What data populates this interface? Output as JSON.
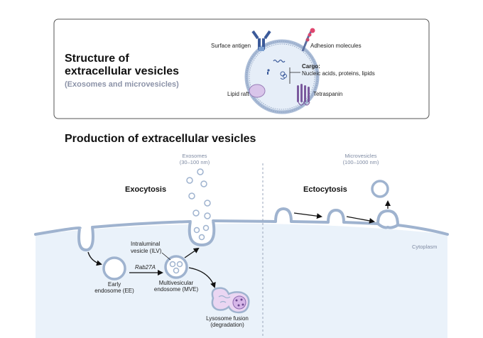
{
  "structure": {
    "title_line1": "Structure of",
    "title_line2": "extracellular vesicles",
    "subtitle": "(Exosomes and microvesicles)",
    "labels": {
      "surface_antigen": "Surface antigen",
      "adhesion_molecules": "Adhesion molecules",
      "cargo_title": "Cargo:",
      "cargo_items": "Nucleic acids, proteins, lipids",
      "lipid_raft": "Lipid raft",
      "tetraspanin": "Tetraspanin"
    }
  },
  "production": {
    "title": "Production of extracellular vesicles",
    "exosomes_line1": "Exosomes",
    "exosomes_line2": "(30–100 nm)",
    "microvesicles_line1": "Microvesicles",
    "microvesicles_line2": "(100–1000 nm)",
    "exocytosis": "Exocytosis",
    "ectocytosis": "Ectocytosis",
    "cytoplasm": "Cytoplasm",
    "ilv_line1": "Intraluminal",
    "ilv_line2": "vesicle (ILV)",
    "rab27a": "Rab27A",
    "ee_line1": "Early",
    "ee_line2": "endosome (EE)",
    "mve_line1": "Multivesicular",
    "mve_line2": "endosome (MVE)",
    "lys_line1": "Lysosome fusion",
    "lys_line2": "(degradation)"
  },
  "colors": {
    "membrane": "#9fb3cf",
    "cytoplasm_fill": "#e9f1f9",
    "vesicle_fill": "#e4edf7",
    "lipid_raft": "#d9c5ea",
    "lysosome": "#ead6f2"
  }
}
